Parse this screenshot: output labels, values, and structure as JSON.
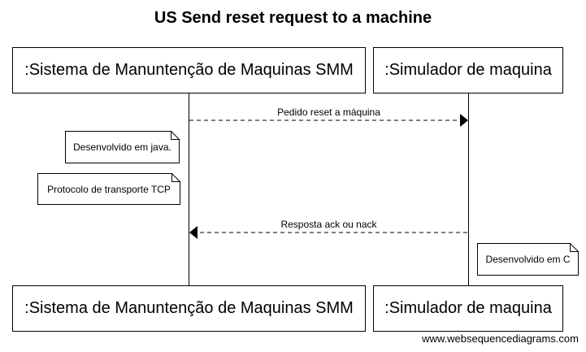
{
  "title": "US Send reset request to a machine",
  "participants": [
    {
      "name": ":Sistema de Manuntenção de Maquinas SMM"
    },
    {
      "name": ":Simulador de maquina"
    }
  ],
  "messages": [
    {
      "label": "Pedido reset a máquina",
      "from": ":Sistema de Manuntenção de Maquinas SMM",
      "to": ":Simulador de maquina",
      "style": "dashed"
    },
    {
      "label": "Resposta ack ou nack",
      "from": ":Simulador de maquina",
      "to": ":Sistema de Manuntenção de Maquinas SMM",
      "style": "dashed"
    }
  ],
  "notes": [
    {
      "text": "Desenvolvido em java."
    },
    {
      "text": "Protocolo de transporte TCP"
    },
    {
      "text": "Desenvolvido em C"
    }
  ],
  "watermark": "www.websequencediagrams.com"
}
